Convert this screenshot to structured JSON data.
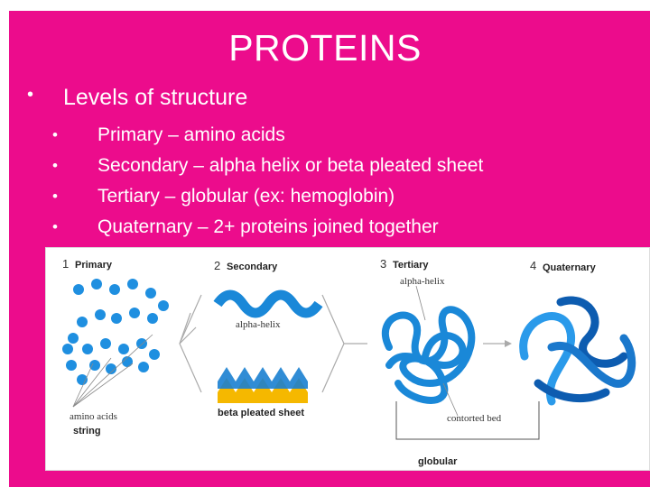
{
  "slide": {
    "title": "PROTEINS",
    "main_bullet": "Levels of structure",
    "sub_bullets": [
      "Primary – amino acids",
      "Secondary – alpha helix or beta pleated sheet",
      "Tertiary – globular (ex: hemoglobin)",
      "Quaternary – 2+ proteins joined together"
    ],
    "bullet_glyph": "•",
    "background_color": "#ec0c8c"
  },
  "figure": {
    "steps": [
      {
        "number": "1",
        "name": "Primary"
      },
      {
        "number": "2",
        "name": "Secondary"
      },
      {
        "number": "3",
        "name": "Tertiary"
      },
      {
        "number": "4",
        "name": "Quaternary"
      }
    ],
    "labels": {
      "amino_acids": "amino acids",
      "string": "string",
      "alpha_helix": "alpha-helix",
      "beta_pleated_sheet": "beta pleated sheet",
      "tertiary_alpha_helix": "alpha-helix",
      "contorted_bed": "contorted bed",
      "globular": "globular"
    },
    "colors": {
      "bead": "#1f8fe0",
      "helix": "#1a88d8",
      "sheet_yellow": "#f5b800",
      "sheet_blue": "#1a7fd0",
      "quaternary_dark": "#0d5cb0"
    }
  }
}
